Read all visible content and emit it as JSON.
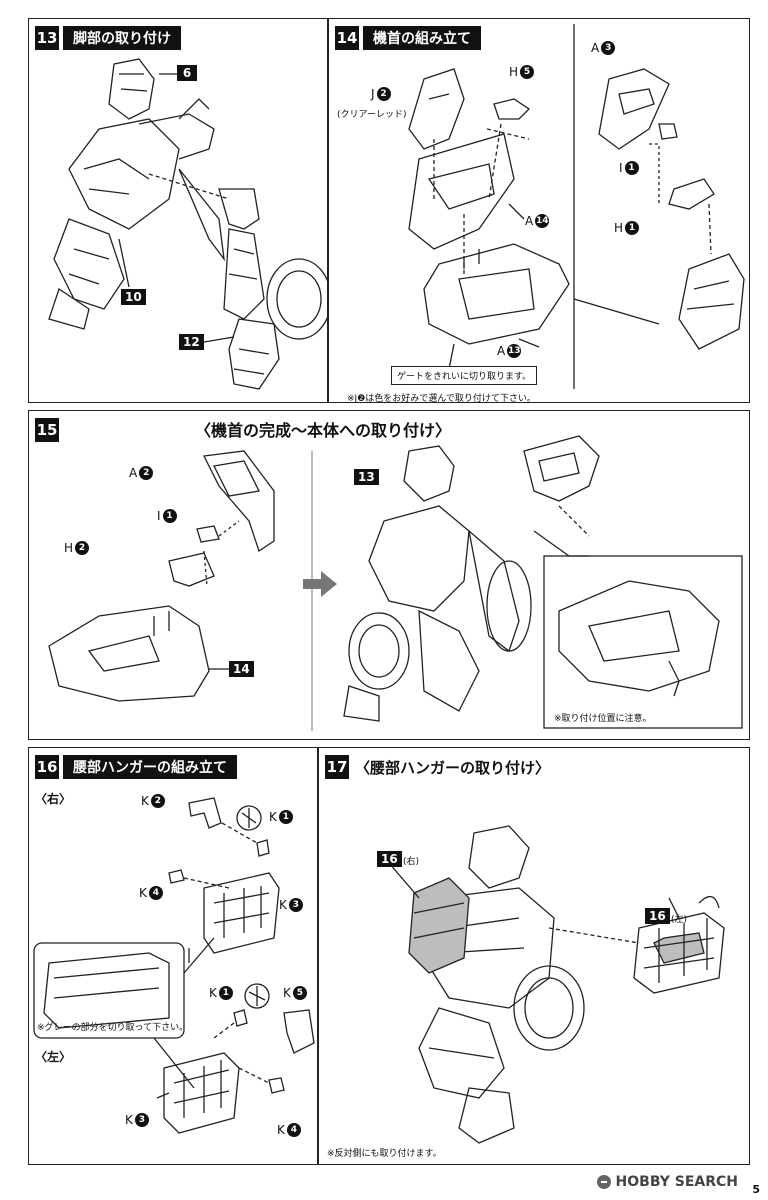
{
  "steps": {
    "s13": {
      "num": "13",
      "title": "脚部の取り付け",
      "callouts": [
        "6",
        "10",
        "12"
      ]
    },
    "s14": {
      "num": "14",
      "title": "機首の組み立て",
      "labels": {
        "j": {
          "letter": "J",
          "num": "2"
        },
        "j_note": "(クリアーレッド)",
        "h5": {
          "letter": "H",
          "num": "5"
        },
        "a14": {
          "letter": "A",
          "num": "14"
        },
        "a13": {
          "letter": "A",
          "num": "13"
        },
        "a3": {
          "letter": "A",
          "num": "3"
        },
        "i1": {
          "letter": "I",
          "num": "1"
        },
        "h1": {
          "letter": "H",
          "num": "1"
        }
      },
      "gate_note": "ゲートをきれいに切り取ります。",
      "color_note": "※J❷は色をお好みで選んで取り付けて下さい。"
    },
    "s15": {
      "num": "15",
      "title": "〈機首の完成～本体への取り付け〉",
      "labels": {
        "a2": {
          "letter": "A",
          "num": "2"
        },
        "i1": {
          "letter": "I",
          "num": "1"
        },
        "h2": {
          "letter": "H",
          "num": "2"
        }
      },
      "callouts": [
        "14",
        "13"
      ],
      "pos_note": "※取り付け位置に注意。"
    },
    "s16": {
      "num": "16",
      "title": "腰部ハンガーの組み立て",
      "right": "〈右〉",
      "left": "〈左〉",
      "labels": {
        "k2": {
          "letter": "K",
          "num": "2"
        },
        "k1a": {
          "letter": "K",
          "num": "1"
        },
        "k4a": {
          "letter": "K",
          "num": "4"
        },
        "k3a": {
          "letter": "K",
          "num": "3"
        },
        "k1b": {
          "letter": "K",
          "num": "1"
        },
        "k5": {
          "letter": "K",
          "num": "5"
        },
        "k3b": {
          "letter": "K",
          "num": "3"
        },
        "k4b": {
          "letter": "K",
          "num": "4"
        }
      },
      "gray_note": "※グレーの部分を切り取って下さい。"
    },
    "s17": {
      "num": "17",
      "title": "〈腰部ハンガーの取り付け〉",
      "callout_r": "16",
      "r_tag": "(右)",
      "callout_l": "16",
      "l_tag": "(左)",
      "other_note": "※反対側にも取り付けます。"
    }
  },
  "footer": {
    "brand": "HOBBY SEARCH",
    "page": "5"
  }
}
